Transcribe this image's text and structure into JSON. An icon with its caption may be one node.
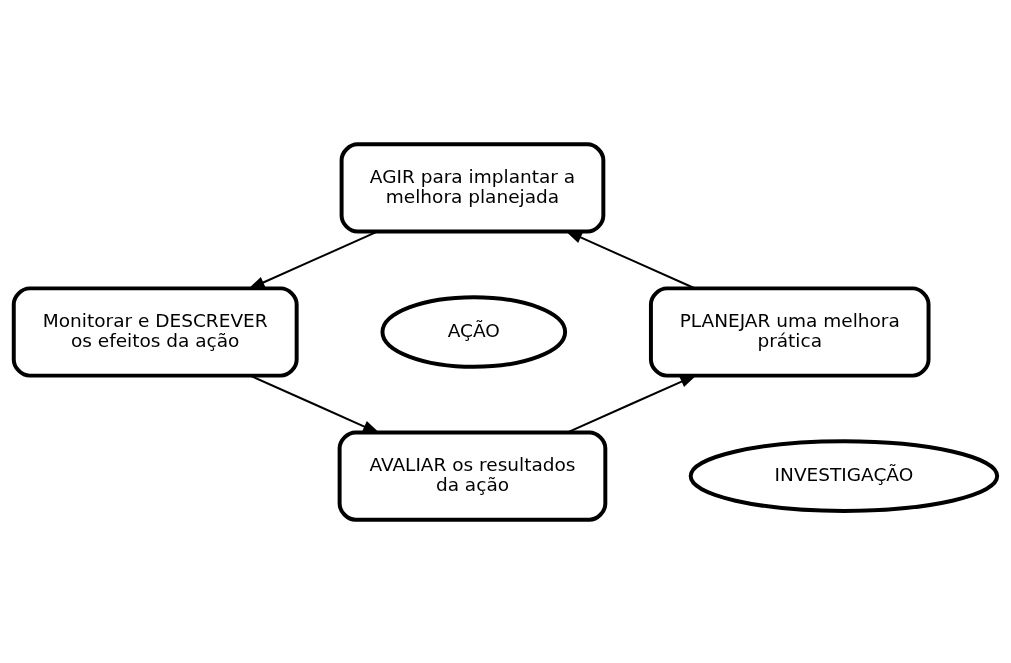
{
  "diagram": {
    "nodes": [
      {
        "text": [
          "AGIR para implantar a melhora planejada"
        ]
      },
      {
        "text": [
          "Monitorar e DESCREVER os efeitos da ação"
        ]
      },
      {
        "text": [
          "AVALIAR os resultados da ação"
        ]
      },
      {
        "text": [
          "PLANEJAR uma melhora prática"
        ]
      },
      {
        "text": [
          "AÇÃO"
        ]
      },
      {
        "text": [
          "INVESTIGAÇÃO"
        ]
      }
    ],
    "edges": [
      {
        "from": 0,
        "to": 1,
        "arrow": "to"
      },
      {
        "from": 1,
        "to": 2,
        "arrow": "to"
      },
      {
        "from": 2,
        "to": 3,
        "arrow": "to"
      },
      {
        "from": 3,
        "to": 0,
        "arrow": "to"
      }
    ]
  }
}
